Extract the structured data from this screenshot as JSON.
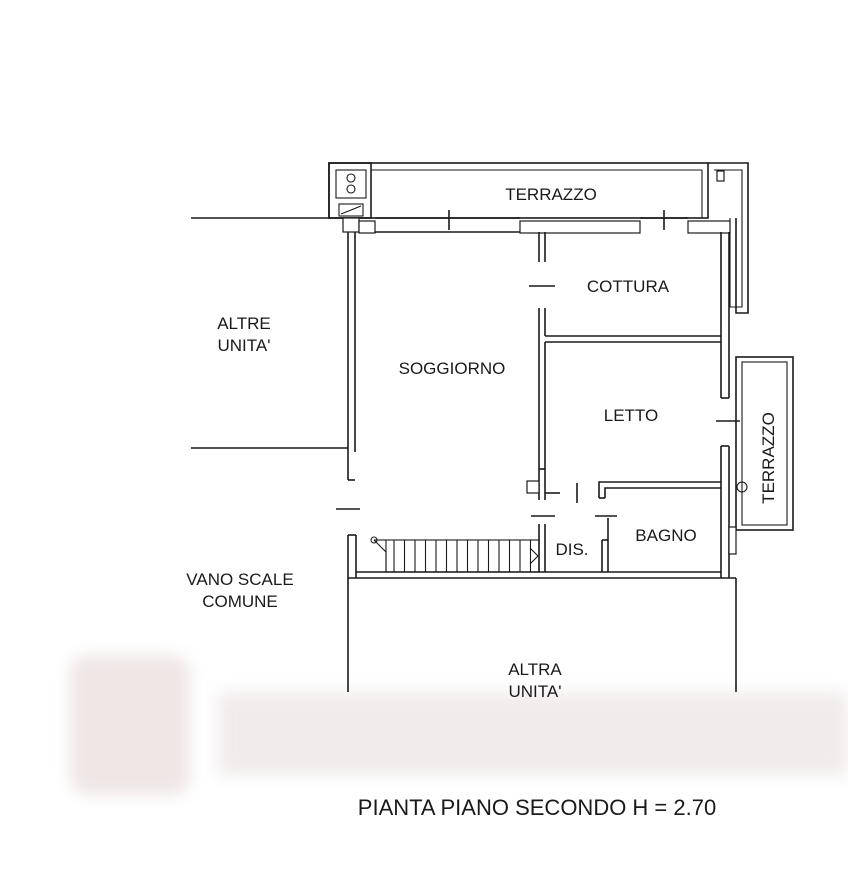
{
  "plan": {
    "rooms": {
      "terrazzo_top": "TERRAZZO",
      "cottura": "COTTURA",
      "soggiorno": "SOGGIORNO",
      "letto": "LETTO",
      "bagno": "BAGNO",
      "dis": "DIS.",
      "terrazzo_right": "TERRAZZO"
    },
    "neighbors": {
      "altre_unita_1": "ALTRE",
      "altre_unita_2": "UNITA'",
      "vano_scale_1": "VANO SCALE",
      "vano_scale_2": "COMUNE",
      "altra_unita_1": "ALTRA",
      "altra_unita_2": "UNITA'"
    },
    "caption": "PIANTA PIANO SECONDO H = 2.70"
  }
}
